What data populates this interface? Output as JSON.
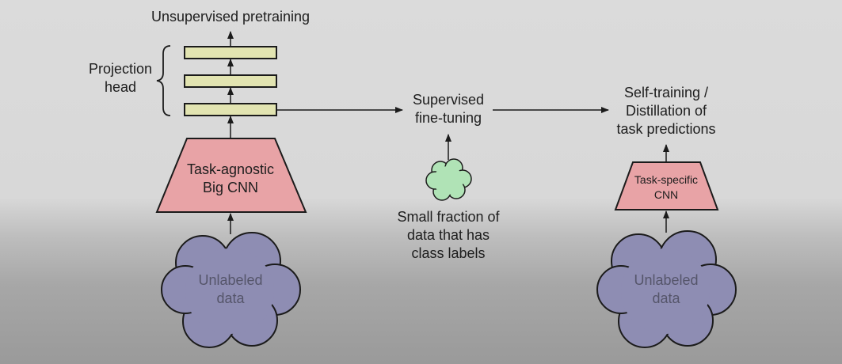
{
  "labels": {
    "unsupervised_pretraining": "Unsupervised pretraining",
    "projection_head_line1": "Projection",
    "projection_head_line2": "head",
    "big_cnn_line1": "Task-agnostic",
    "big_cnn_line2": "Big CNN",
    "unlabeled_left_line1": "Unlabeled",
    "unlabeled_left_line2": "data",
    "supervised_line1": "Supervised",
    "supervised_line2": "fine-tuning",
    "small_fraction_line1": "Small fraction of",
    "small_fraction_line2": "data that has",
    "small_fraction_line3": "class labels",
    "self_training_line1": "Self-training /",
    "self_training_line2": "Distillation of",
    "self_training_line3": "task predictions",
    "task_specific_line1": "Task-specific",
    "task_specific_line2": "CNN",
    "unlabeled_right_line1": "Unlabeled",
    "unlabeled_right_line2": "data"
  },
  "colors": {
    "projection_layer_fill": "#e2e4b1",
    "cnn_fill": "#e8a3a6",
    "unlabeled_cloud_fill": "#8e8db3",
    "labeled_cloud_fill": "#b0e3b6",
    "stroke": "#1b1b1b"
  }
}
